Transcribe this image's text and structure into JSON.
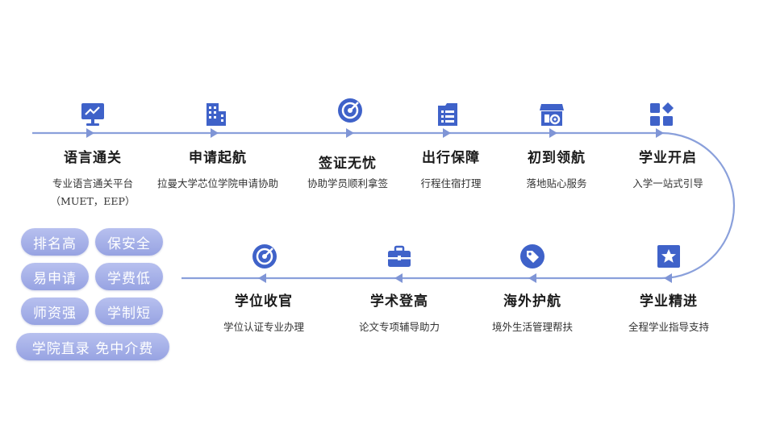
{
  "top_steps": [
    {
      "title": "语言通关",
      "desc": "专业语言通关平台",
      "desc2": "（MUET，EEP）",
      "icon": "monitor-chart-icon"
    },
    {
      "title": "申请起航",
      "desc": "拉曼大学芯位学院申请协助",
      "icon": "building-icon"
    },
    {
      "title": "签证无忧",
      "desc": "协助学员顺利拿签",
      "icon": "target-check-icon"
    },
    {
      "title": "出行保障",
      "desc": "行程住宿打理",
      "icon": "document-list-icon"
    },
    {
      "title": "初到领航",
      "desc": "落地贴心服务",
      "icon": "store-gear-icon"
    },
    {
      "title": "学业开启",
      "desc": "入学一站式引导",
      "icon": "app-grid-icon"
    }
  ],
  "bottom_steps": [
    {
      "title": "学位收官",
      "desc": "学位认证专业办理",
      "icon": "target-check-icon"
    },
    {
      "title": "学术登高",
      "desc": "论文专项辅导助力",
      "icon": "briefcase-icon"
    },
    {
      "title": "海外护航",
      "desc": "境外生活管理帮扶",
      "icon": "tag-icon"
    },
    {
      "title": "学业精进",
      "desc": "全程学业指导支持",
      "icon": "star-badge-icon"
    }
  ],
  "pills": [
    "排名高",
    "保安全",
    "易申请",
    "学费低",
    "师资强",
    "学制短",
    "学院直录 免中介费"
  ],
  "colors": {
    "line": "#7f95d6",
    "icon": "#3f62c9",
    "pill_from": "#b7c0ef",
    "pill_to": "#97a3e2"
  }
}
